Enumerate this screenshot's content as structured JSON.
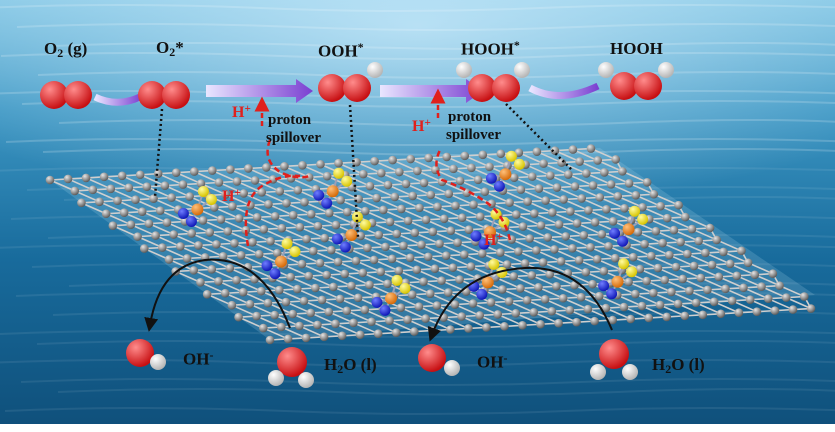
{
  "species": {
    "o2_gas": {
      "base": "O",
      "sub": "2",
      "tail": " (g)"
    },
    "o2_ads": {
      "base": "O",
      "sub": "2",
      "tail": "*"
    },
    "ooh_ads": {
      "base": "OOH",
      "sup": "*"
    },
    "hooh_ads": {
      "base": "HOOH",
      "sup": "*"
    },
    "hooh": {
      "base": "HOOH"
    }
  },
  "protons": {
    "h_plus_1": {
      "base": "H",
      "sup": "+"
    },
    "h_plus_2": {
      "base": "H",
      "sup": "+"
    },
    "h_plus_3": {
      "base": "H",
      "sup": "+"
    },
    "h_plus_4": {
      "base": "H",
      "sup": "+"
    }
  },
  "spillover": {
    "left_line1": "proton",
    "left_line2": "spillover",
    "right_line1": "proton",
    "right_line2": "spillover"
  },
  "bottom": {
    "oh_left": {
      "base": "OH",
      "sup": "-"
    },
    "h2o_left": {
      "base": "H",
      "sub": "2",
      "tail": "O (l)"
    },
    "oh_right": {
      "base": "OH",
      "sup": "-"
    },
    "h2o_right": {
      "base": "H",
      "sub": "2",
      "tail": "O (l)"
    }
  },
  "colors": {
    "oxygen": "#d4171b",
    "hydrogen": "#f2f2f2",
    "carbon": "#8c8c8c",
    "nitrogen": "#1a25d6",
    "sulfur": "#f0e21a",
    "cobalt": "#f08a1c",
    "proton_label": "#e0201c",
    "water": "#186b9c"
  },
  "icons": {
    "atom": "ball-and-stick-sphere",
    "process_arrow": "purple-gradient-arrow"
  }
}
